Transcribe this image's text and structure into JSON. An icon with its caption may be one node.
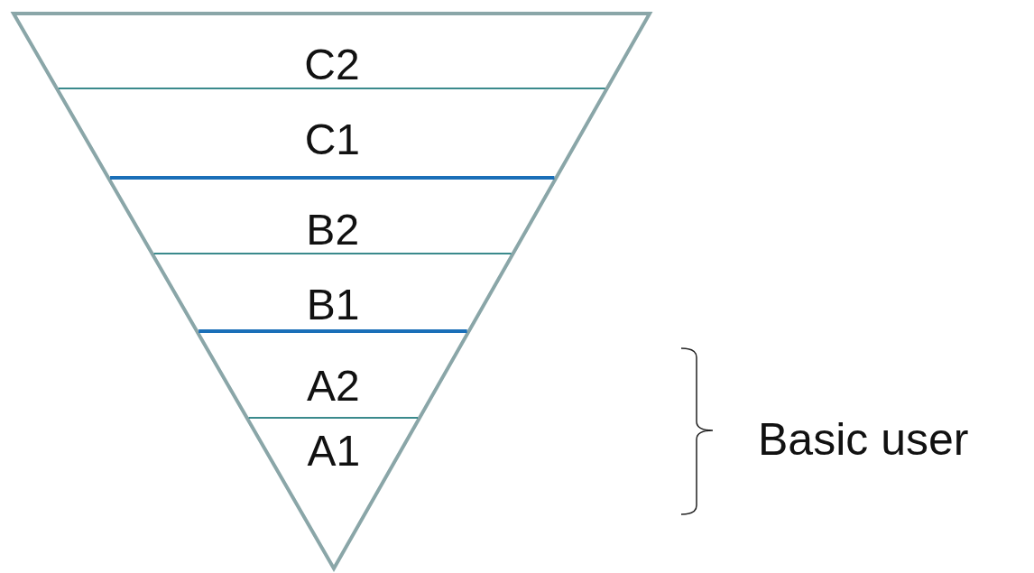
{
  "diagram": {
    "nodes": [
      {
        "text": [
          "C2"
        ]
      },
      {
        "text": [
          "C1"
        ]
      },
      {
        "text": [
          "B2"
        ]
      },
      {
        "text": [
          "B1"
        ]
      },
      {
        "text": [
          "A2"
        ]
      },
      {
        "text": [
          "A1"
        ]
      }
    ],
    "labels": [
      "Basic user"
    ]
  }
}
